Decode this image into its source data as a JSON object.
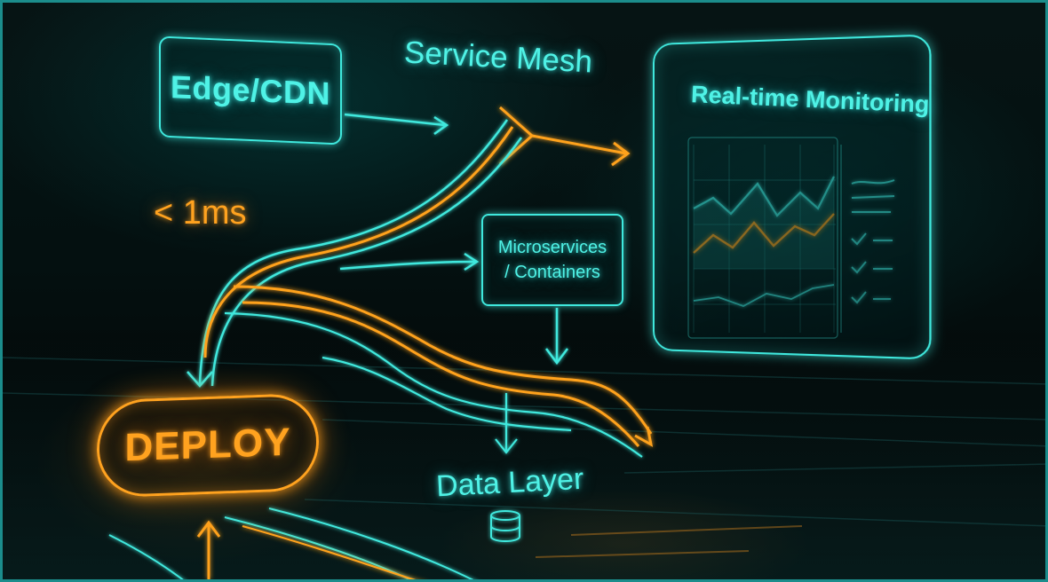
{
  "nodes": {
    "edge": "Edge/CDN",
    "service_mesh": "Service Mesh",
    "latency": "< 1ms",
    "monitoring": "Real-time Monitoring",
    "micro_line1": "Microservices",
    "micro_line2": "/ Containers",
    "deploy": "DEPLOY",
    "data_layer": "Data Layer"
  },
  "colors": {
    "teal": "#3fe8dd",
    "orange": "#ffa21f",
    "background": "#041010",
    "border": "#1b8d8c"
  },
  "icons": {
    "data_layer": "database-icon",
    "checklist": "checkmark-icon"
  }
}
